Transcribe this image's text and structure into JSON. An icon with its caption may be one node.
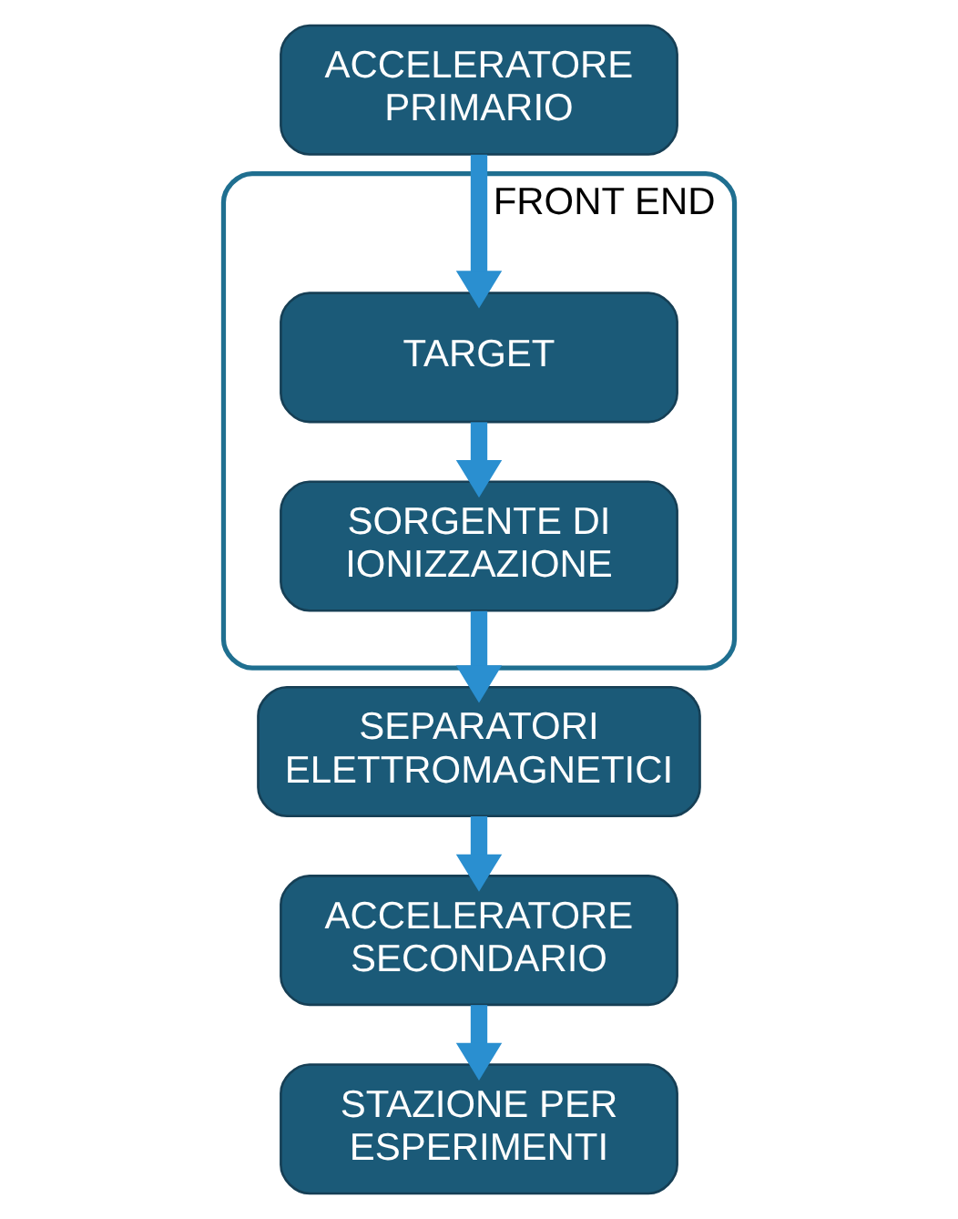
{
  "diagram": {
    "nodes": [
      {
        "text": [
          "ACCELERATORE PRIMARIO"
        ]
      },
      {
        "text": [
          "FRONT END"
        ]
      },
      {
        "text": [
          "TARGET"
        ],
        "in": 1
      },
      {
        "text": [
          "SORGENTE DI IONIZZAZIONE"
        ],
        "in": 1
      },
      {
        "text": [
          "SEPARATORI ELETTROMAGNETICI"
        ]
      },
      {
        "text": [
          "ACCELERATORE SECONDARIO"
        ]
      },
      {
        "text": [
          "STAZIONE PER ESPERIMENTI"
        ]
      }
    ],
    "edges": [
      {
        "from": 0,
        "to": 2,
        "arrow": "to"
      },
      {
        "from": 2,
        "to": 3,
        "arrow": "to"
      },
      {
        "from": 3,
        "to": 4,
        "arrow": "to"
      },
      {
        "from": 4,
        "to": 5,
        "arrow": "to"
      },
      {
        "from": 5,
        "to": 6,
        "arrow": "to"
      }
    ]
  }
}
